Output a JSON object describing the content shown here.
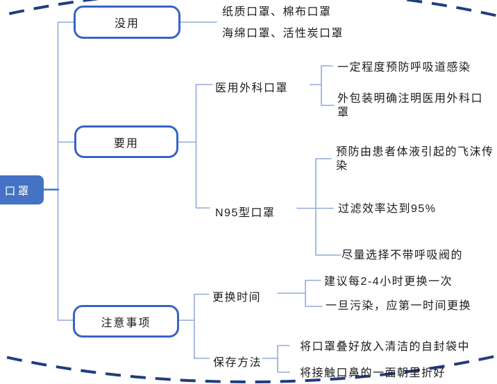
{
  "mindmap": {
    "root": {
      "label": "口罩"
    },
    "branches": [
      {
        "label": "没用",
        "leaves": [
          "纸质口罩、棉布口罩",
          "海绵口罩、活性炭口罩"
        ]
      },
      {
        "label": "要用",
        "subtopics": [
          {
            "label": "医用外科口罩",
            "leaves": [
              "一定程度预防呼吸道感染",
              "外包装明确注明医用外科口罩"
            ]
          },
          {
            "label": "N95型口罩",
            "leaves": [
              "预防由患者体液引起的飞沫传染",
              "过滤效率达到95%",
              "尽量选择不带呼吸阀的"
            ]
          }
        ]
      },
      {
        "label": "注意事项",
        "subtopics": [
          {
            "label": "更换时间",
            "leaves": [
              "建议每2-4小时更换一次",
              "一旦污染，应第一时间更换"
            ]
          },
          {
            "label": "保存方法",
            "leaves": [
              "将口罩叠好放入清洁的自封袋中",
              "将接触口鼻的一面朝里折好"
            ]
          }
        ]
      }
    ]
  },
  "colors": {
    "root_fill": "#4472C4",
    "branch_border": "#3663C5",
    "connector": "#8FAADC",
    "decoration_dash": "#223C7E"
  }
}
